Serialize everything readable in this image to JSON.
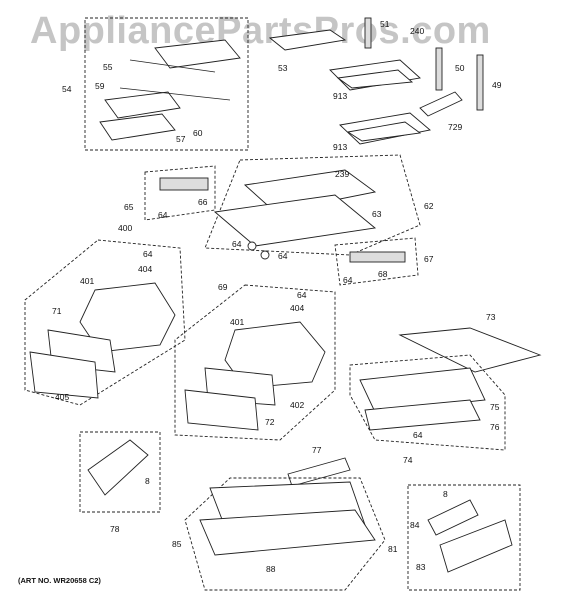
{
  "watermark": "AppliancePartsPros.com",
  "art_number": "(ART NO. WR20658 C2)",
  "callouts": [
    "51",
    "240",
    "50",
    "49",
    "53",
    "913",
    "729",
    "54",
    "55",
    "59",
    "57",
    "60",
    "239",
    "62",
    "63",
    "65",
    "64",
    "66",
    "67",
    "68",
    "400",
    "404",
    "401",
    "71",
    "405",
    "69",
    "402",
    "72",
    "73",
    "75",
    "76",
    "74",
    "77",
    "8",
    "78",
    "85",
    "88",
    "84",
    "81",
    "83"
  ]
}
